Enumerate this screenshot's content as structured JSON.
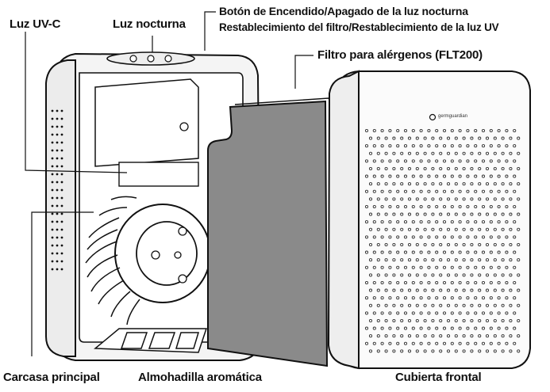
{
  "labels": {
    "uv_light": "Luz UV-C",
    "night_light": "Luz nocturna",
    "button_line1": "Botón de Encendido/Apagado de la luz nocturna",
    "button_line2": "Restablecimiento del filtro/Restablecimiento de la luz UV",
    "filter": "Filtro para alérgenos (FLT200)",
    "housing": "Carcasa principal",
    "aroma_pad": "Almohadilla aromática",
    "front_cover": "Cubierta frontal"
  },
  "front_cover_logo": "germguardian",
  "colors": {
    "line": "#111111",
    "housing_fill": "#f4f4f4",
    "filter_fill": "#8a8a8a",
    "cover_fill": "#fbfbfb"
  }
}
